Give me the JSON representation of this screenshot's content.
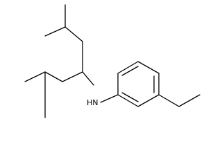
{
  "molecule": {
    "atom_labels": {
      "nh": "HN"
    },
    "skeletal_parts": [
      "isobutyl-upper",
      "isobutyl-lower",
      "methine-carbon",
      "amine-nitrogen",
      "benzene-ring",
      "ethyl-group"
    ],
    "colors": {
      "bond": "#000000",
      "label": "#000000",
      "background": "#ffffff"
    }
  }
}
